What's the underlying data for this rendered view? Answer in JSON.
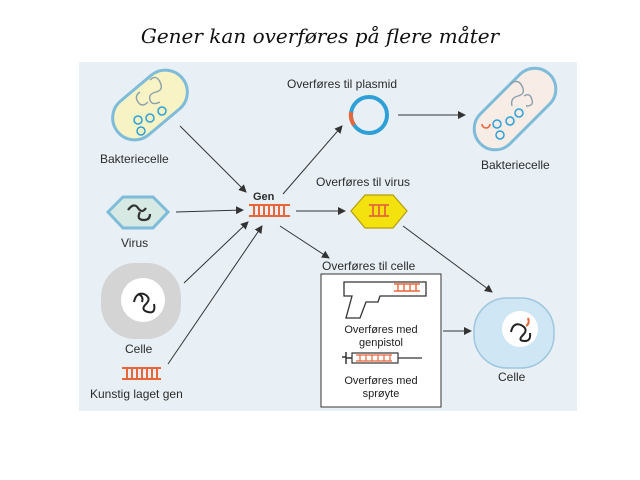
{
  "title": "Gener kan overføres på flere måter",
  "diagram": {
    "sources": {
      "bacterium": "Bakteriecelle",
      "virus": "Virus",
      "cell": "Celle",
      "artificial_gene": "Kunstig laget gen"
    },
    "center": "Gen",
    "transfers": {
      "plasmid": "Overføres til plasmid",
      "virus": "Overføres til virus",
      "cell": "Overføres til celle"
    },
    "methods": {
      "gene_gun": "Overføres med genpistol",
      "syringe": "Overføres med sprøyte"
    },
    "targets": {
      "bacterium": "Bakteriecelle",
      "cell": "Celle"
    }
  },
  "colors": {
    "panel_bg": "#e8f0f6",
    "gene": "#e8663a",
    "plasmid": "#2f9fd8",
    "virus_fill": "#f4e20e",
    "bacterium_fill": "#f7f3c4",
    "cell_fill": "#d4d4d4",
    "target_cell_fill": "#cfe6f4"
  }
}
